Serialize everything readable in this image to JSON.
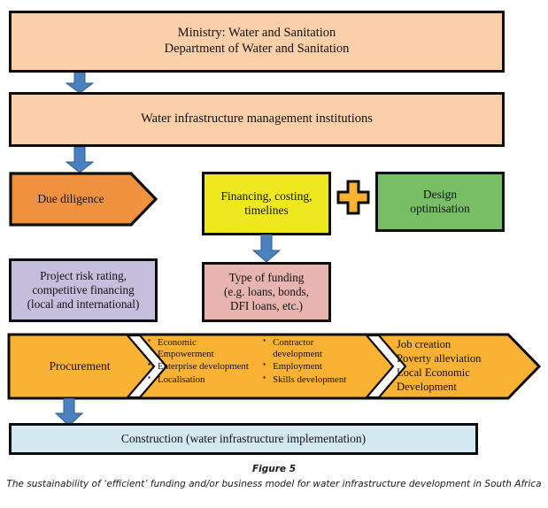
{
  "figure": {
    "title": "Figure 5",
    "caption": "The sustainability of ‘efficient’ funding and/or business model for water infrastructure development in South Africa"
  },
  "colors": {
    "peach": "#FBCFA8",
    "orange": "#F0913F",
    "yellow": "#EFE81F",
    "green": "#78BE64",
    "purple": "#C5BEDC",
    "pink": "#E8B4B0",
    "amber": "#F9B233",
    "light_blue": "#D3E8F0",
    "arrow_blue": "#4A81BE",
    "outline": "#0D0D0D"
  },
  "nodes": {
    "ministry": {
      "line1": "Ministry:  Water and Sanitation",
      "line2": "Department of Water and Sanitation"
    },
    "water_infrastructure": {
      "label": "Water infrastructure management institutions"
    },
    "due_diligence": {
      "label": "Due diligence"
    },
    "financing": {
      "line1": "Financing, costing,",
      "line2": "timelines"
    },
    "plus": {
      "symbol": "+"
    },
    "design": {
      "line1": "Design",
      "line2": "optimisation"
    },
    "project_risk": {
      "line1": "Project risk rating,",
      "line2": "competitive financing",
      "line3": "(local and international)"
    },
    "type_of_funding": {
      "line1": "Type of funding",
      "line2": "(e.g. loans, bonds,",
      "line3": "DFI loans, etc.)"
    },
    "procurement": {
      "label": "Procurement"
    },
    "construction": {
      "label": "Construction (water infrastructure implementation)"
    }
  },
  "chevron": {
    "column_left": [
      "Economic Empowerment",
      "Enterprise development",
      "Localisation"
    ],
    "column_right": [
      "Contractor development",
      "Employment",
      "Skills development"
    ],
    "outcomes": [
      "Job creation",
      "Poverty alleviation",
      "Local Economic",
      "Development"
    ]
  },
  "connectors": [
    {
      "name": "ministry-to-water-infrastructure",
      "direction": "down"
    },
    {
      "name": "water-infrastructure-to-due-diligence",
      "direction": "down"
    },
    {
      "name": "financing-to-type-of-funding",
      "direction": "down"
    },
    {
      "name": "procurement-to-construction",
      "direction": "down"
    }
  ]
}
